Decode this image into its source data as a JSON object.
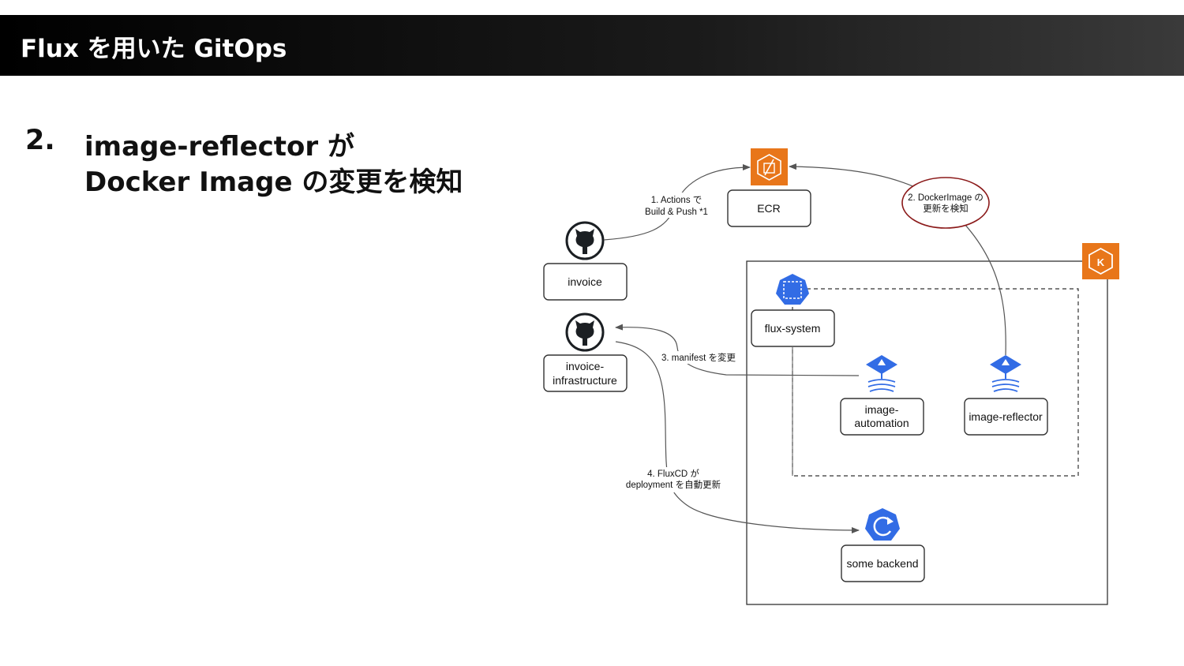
{
  "header": {
    "title": "Flux を用いた GitOps"
  },
  "step": {
    "number": "2.",
    "line1": "image-reflector が",
    "line2": "Docker Image の変更を検知"
  },
  "diagram": {
    "ecr_label": "ECR",
    "invoice_label": "invoice",
    "infra_label_1": "invoice-",
    "infra_label_2": "infrastructure",
    "flux_system_label": "flux-system",
    "automation_label_1": "image-",
    "automation_label_2": "automation",
    "reflector_label": "image-reflector",
    "backend_label": "some backend",
    "edge1_line1": "1. Actions で",
    "edge1_line2": "Build & Push *1",
    "edge2_line1": "2. DockerImage の",
    "edge2_line2": "更新を検知",
    "edge3_label": "3. manifest を変更",
    "edge4_line1": "4. FluxCD が",
    "edge4_line2": "deployment を自動更新",
    "eks_icon_letter": "K",
    "icons": {
      "ecr": "aws-ecr-icon",
      "eks": "aws-eks-icon",
      "github": "github-octocat-icon",
      "kubernetes": "kubernetes-icon",
      "flux": "flux-icon",
      "deployment": "kubernetes-deployment-icon"
    },
    "colors": {
      "aws_orange": "#E8761A",
      "k8s_blue": "#326CE5",
      "github_dark": "#1B1F23",
      "highlight_red": "#8B1A1A"
    }
  }
}
